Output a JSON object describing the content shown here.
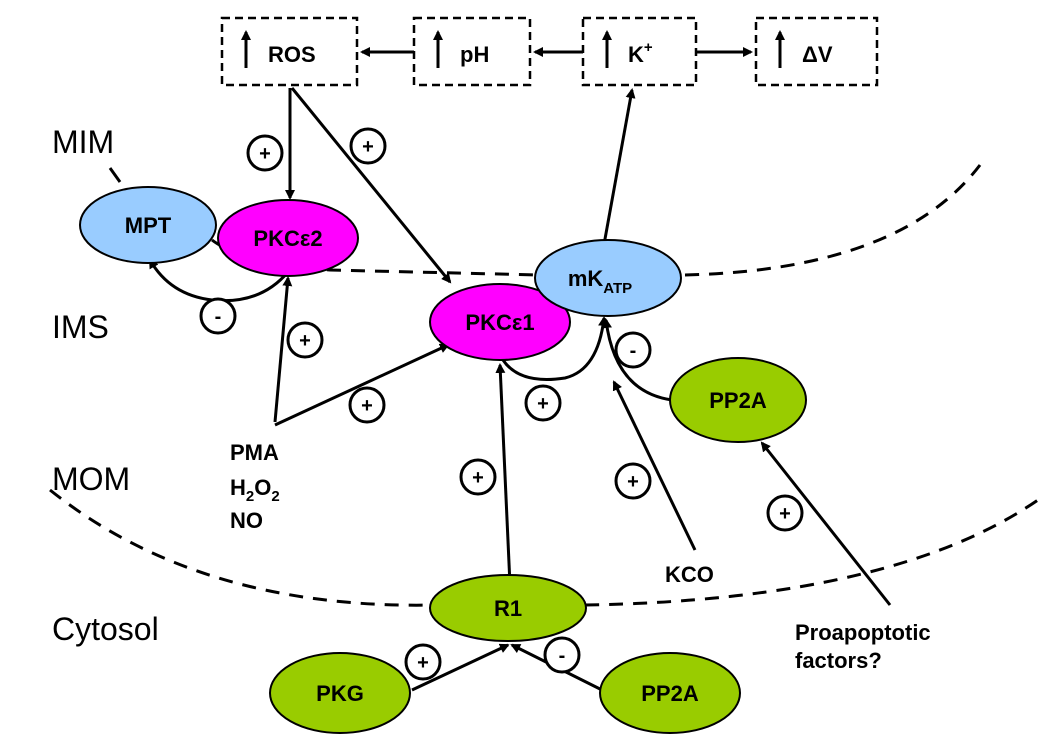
{
  "regions": {
    "mim": "MIM",
    "ims": "IMS",
    "mom": "MOM",
    "cytosol": "Cytosol"
  },
  "top_boxes": {
    "ros": "ROS",
    "ph": "pH",
    "k": "K",
    "k_sup": "+",
    "dv": "ΔV"
  },
  "nodes": {
    "mpt": {
      "label": "MPT",
      "color": "#99ccff"
    },
    "pkce2": {
      "label": "PKCε2",
      "color": "#ff00ff"
    },
    "pkce1": {
      "label": "PKCε1",
      "color": "#ff00ff"
    },
    "mkatp": {
      "label": "mK",
      "sub": "ATP",
      "color": "#99ccff"
    },
    "pp2a_ims": {
      "label": "PP2A",
      "color": "#99cc00"
    },
    "r1": {
      "label": "R1",
      "color": "#99cc00"
    },
    "pkg": {
      "label": "PKG",
      "color": "#99cc00"
    },
    "pp2a_cyt": {
      "label": "PP2A",
      "color": "#99cc00"
    }
  },
  "external": {
    "pma": "PMA",
    "h2o2_h": "H",
    "h2o2_2a": "2",
    "h2o2_o": "O",
    "h2o2_2b": "2",
    "no": "NO",
    "kco": "KCO",
    "proapoptotic_line1": "Proapoptotic",
    "proapoptotic_line2": "factors?"
  },
  "signs": {
    "plus": "+",
    "minus": "-"
  }
}
